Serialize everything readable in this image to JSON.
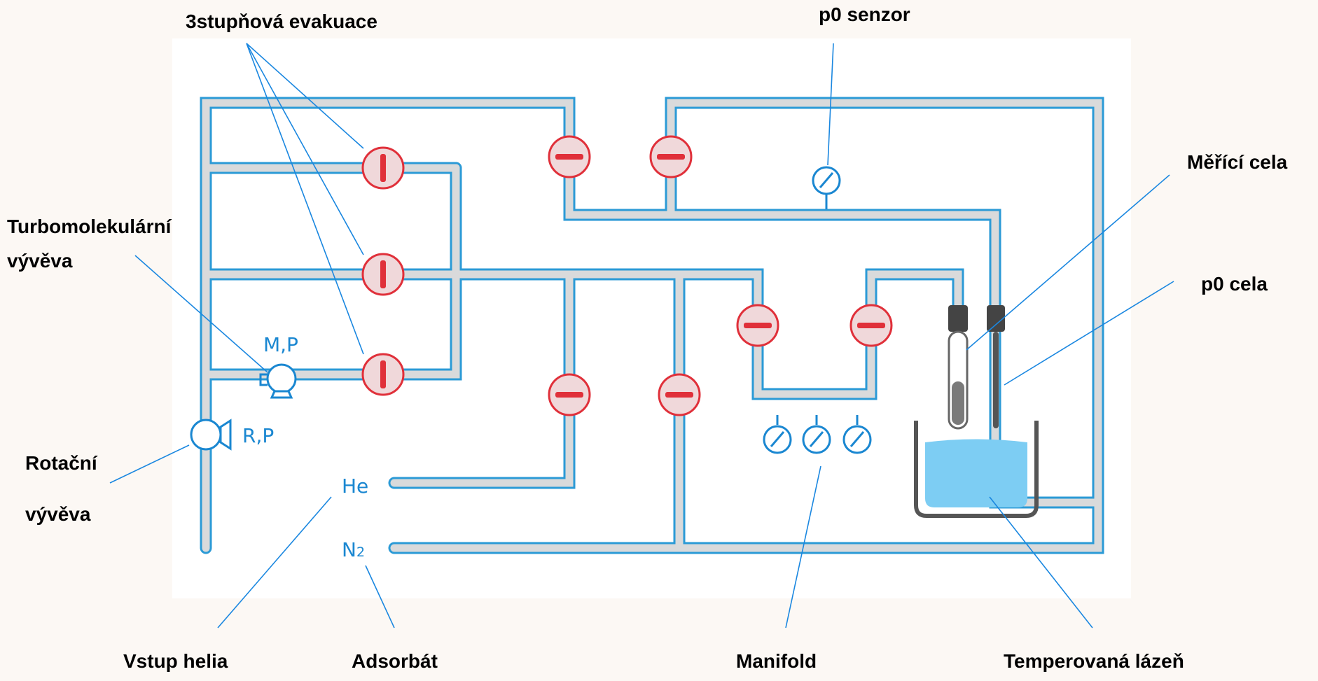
{
  "callouts": {
    "evacuation": "3stupňová evakuace",
    "p0_sensor": "p0 senzor",
    "turbo_pump_line1": "Turbomolekulární",
    "turbo_pump_line2": "vývěva",
    "measuring_cell": "Měřící cela",
    "p0_cell": "p0 cela",
    "rotary_pump_line1": "Rotační",
    "rotary_pump_line2": "vývěva",
    "helium_inlet": "Vstup helia",
    "adsorbate": "Adsorbát",
    "manifold": "Manifold",
    "thermostat_bath": "Temperovaná lázeň"
  },
  "diagram_labels": {
    "mp_pump": "M,P",
    "rp_pump": "R,P",
    "helium": "He",
    "nitrogen_symbol": "N",
    "nitrogen_subscript": "2"
  },
  "colors": {
    "background": "#fcf8f4",
    "panel": "#ffffff",
    "pipe_outline": "#2b9ad6",
    "pipe_fill": "#d9dadb",
    "valve_outline": "#e0303a",
    "valve_fill": "#f0d8da",
    "leader": "#1a87e0",
    "liquid": "#7dcdf3",
    "dewar": "#555555",
    "gauge": "#1a87d1"
  },
  "icons": {
    "valve_open": "valve-vertical-bar-icon",
    "valve_closed": "valve-horizontal-bar-icon",
    "gauge": "pressure-gauge-icon",
    "pump": "pump-icon"
  }
}
